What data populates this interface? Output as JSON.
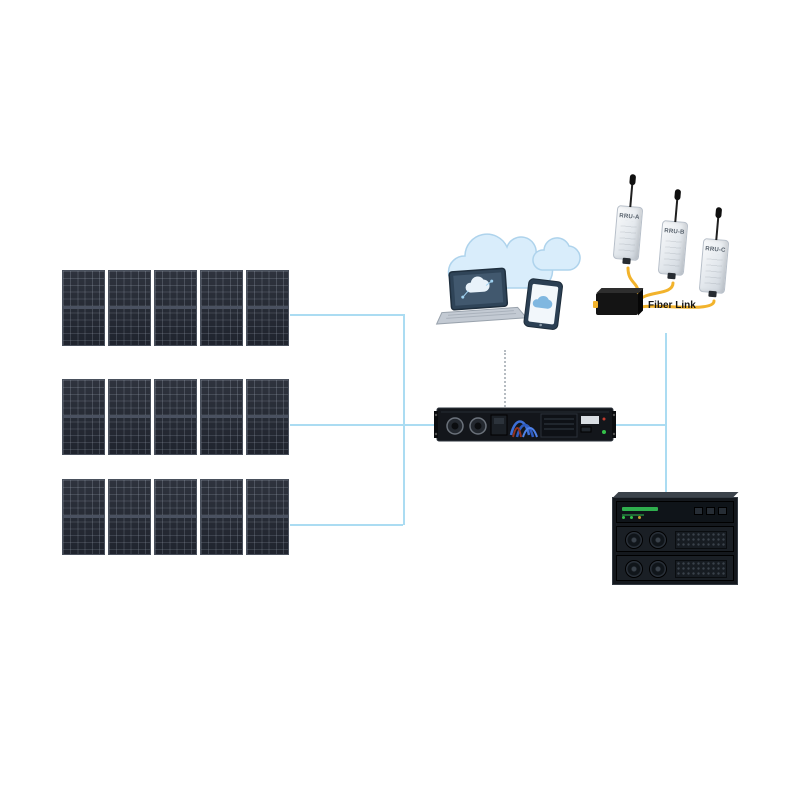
{
  "solar_array": {
    "rows": 3,
    "cols": 5
  },
  "rru": {
    "units": [
      {
        "label": "RRU-A"
      },
      {
        "label": "RRU-B"
      },
      {
        "label": "RRU-C"
      }
    ]
  },
  "fiber": {
    "label": "Fiber Link"
  },
  "colors": {
    "connector": "#abdcf2",
    "fiber_cable": "#f2b32c",
    "cloud_fill": "#d9edfb",
    "cloud_stroke": "#aed3ec",
    "rack_accent": "#2fae4e",
    "dotted_connector": "#b6bcc2"
  }
}
